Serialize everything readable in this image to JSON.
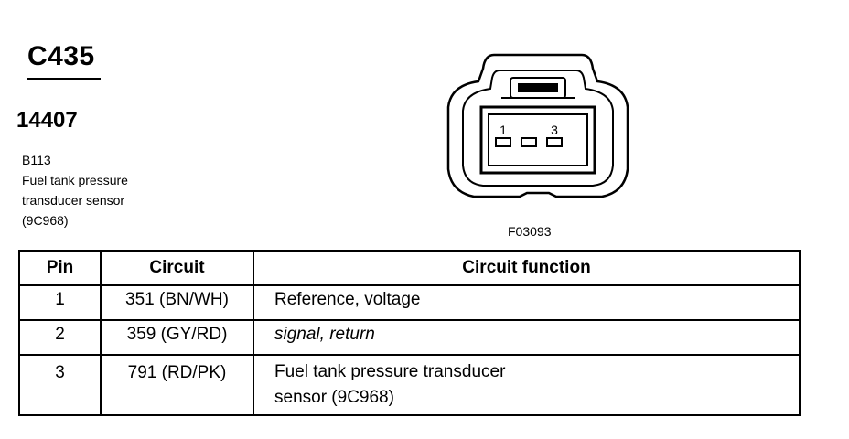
{
  "header": {
    "connector_id": "C435",
    "part_number": "14407",
    "component_code": "B113",
    "component_desc_line1": "Fuel tank pressure",
    "component_desc_line2": "transducer sensor",
    "component_ref": "(9C968)"
  },
  "diagram": {
    "figure_id": "F03093",
    "pin_label_left": "1",
    "pin_label_right": "3"
  },
  "table": {
    "headers": {
      "pin": "Pin",
      "circuit": "Circuit",
      "function": "Circuit function"
    },
    "rows": [
      {
        "pin": "1",
        "circuit": "351 (BN/WH)",
        "function_line1": "Reference, voltage",
        "function_line2": ""
      },
      {
        "pin": "2",
        "circuit": "359 (GY/RD)",
        "function_line1": "signal, return",
        "function_line2": ""
      },
      {
        "pin": "3",
        "circuit": "791 (RD/PK)",
        "function_line1": "Fuel tank pressure transducer",
        "function_line2": "sensor (9C968)"
      }
    ]
  }
}
